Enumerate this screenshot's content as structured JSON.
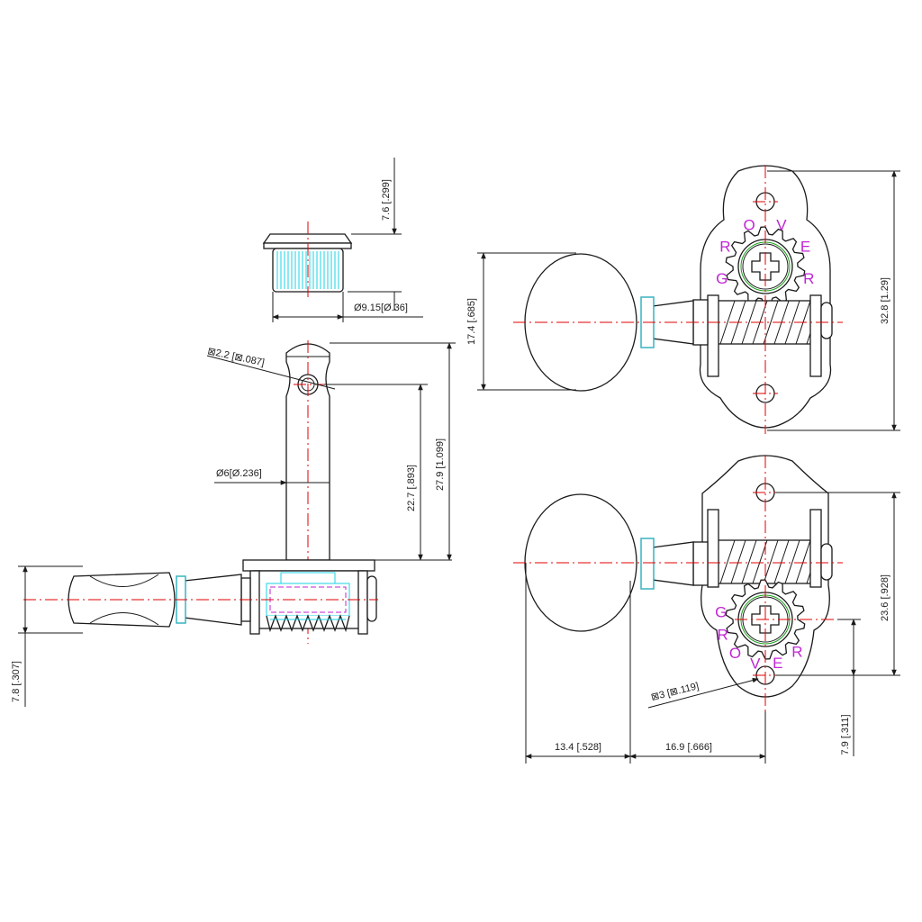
{
  "dimensions": {
    "bushing_height": "7.6 [.299]",
    "bushing_diameter": "Ø9.15[Ø.36]",
    "string_hole": "⊠2.2 [⊠.087]",
    "post_diameter": "Ø6[Ø.236]",
    "post_hole_height": "22.7 [.893]",
    "post_total_height": "27.9 [1.099]",
    "button_thickness": "7.8 [.307]",
    "button_height": "17.4 [.685]",
    "plate_height": "32.8 [1.29]",
    "gear_to_hole": "23.6 [.928]",
    "mount_hole": "⊠3 [⊠.119]",
    "hole_offset": "7.9 [.311]",
    "button_length": "13.4 [.528]",
    "shaft_length": "16.9 [.666]"
  },
  "brand": {
    "top_letters": [
      "G",
      "R",
      "O",
      "V",
      "E",
      "R"
    ],
    "bottom_letters": [
      "G",
      "R",
      "O",
      "V",
      "E",
      "R"
    ]
  },
  "colors": {
    "outline": "#1a1a1a",
    "centerline": "#e00000",
    "hatch": "#19d3e6",
    "brand": "#c026d3"
  }
}
